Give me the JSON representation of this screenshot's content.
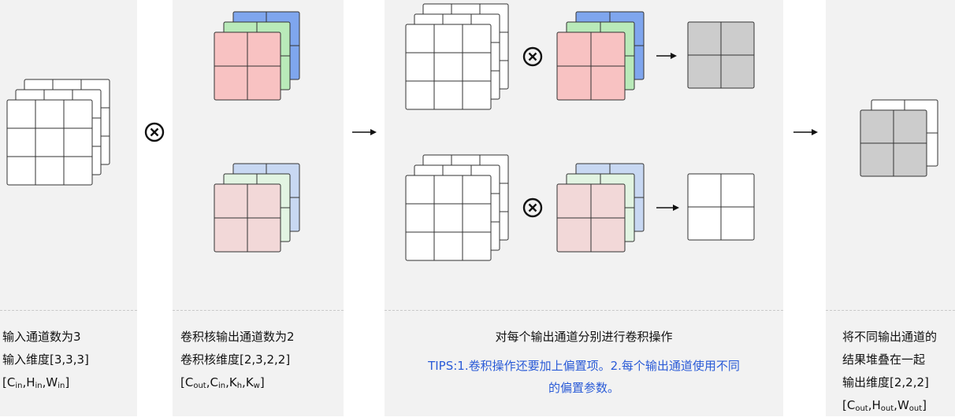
{
  "panel1": {
    "line1": "输入通道数为3",
    "line2": "输入维度[3,3,3]",
    "line3": {
      "open": "[C",
      "s1": "in",
      "c1": ",H",
      "s2": "in",
      "c2": ",W",
      "s3": "in",
      "close": "]"
    }
  },
  "panel2": {
    "line1": "卷积核输出通道数为2",
    "line2": "卷积核维度[2,3,2,2]",
    "line3": {
      "open": "[C",
      "s1": "out",
      "c1": ",C",
      "s2": "in",
      "c2": ",K",
      "s3": "h",
      "c3": ",K",
      "s4": "w",
      "close": "]"
    }
  },
  "panel3": {
    "title": "对每个输出通道分别进行卷积操作",
    "tips_line1": "TIPS:1.卷积操作还要加上偏置项。2.每个输出通道使用不同",
    "tips_line2": "的偏置参数。"
  },
  "panel4": {
    "line1": "将不同输出通道的",
    "line2": "结果堆叠在一起",
    "line3": "输出维度[2,2,2]",
    "line4": {
      "open": "[C",
      "s1": "out",
      "c1": ",H",
      "s2": "out",
      "c2": ",W",
      "s3": "out",
      "close": "]"
    }
  },
  "colors": {
    "panel_bg": "#f2f2f2",
    "kernel_blue": "#7fa6ee",
    "kernel_green": "#b9eab9",
    "kernel_red": "#f8c2c2",
    "kernel_blue_light": "#c8d8f2",
    "kernel_green_light": "#e2f4e2",
    "kernel_red_light": "#f2d8d8",
    "output_gray": "#cccccc",
    "tips_blue": "#2a5bd7"
  }
}
